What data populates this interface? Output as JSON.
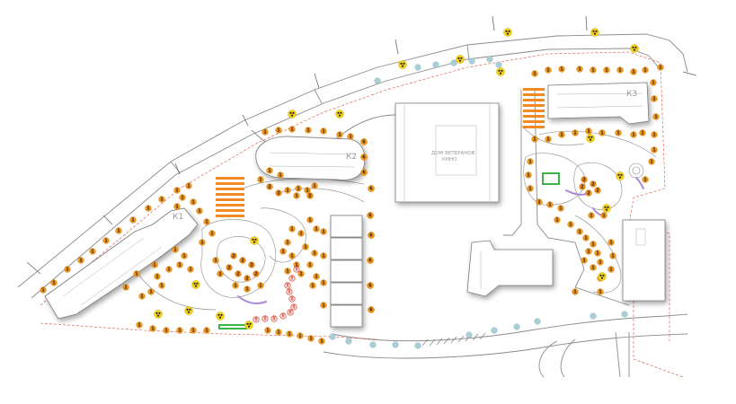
{
  "buildings": {
    "k1": "К1",
    "k2": "К2",
    "k3": "К3",
    "center_line1": "ДОМ ВЕТЕРАНОВ",
    "center_line2": "КИНО"
  },
  "markers": {
    "tree_label": "1",
    "shrub_label": "2",
    "hedge_label": "6",
    "red_label": "8"
  },
  "colors": {
    "tree": "#f39a1e",
    "tree_dark": "#e07a00",
    "shrub": "#ef8c1a",
    "hedge": "#f08a24",
    "lamp": "#f5d21a",
    "lamp_dark": "#222222",
    "blue_tree": "#a9cfd6",
    "path_purple": "#a98bd6",
    "bench_green": "#3db34a",
    "boundary_red": "#d94a3a",
    "roads": "#8a8a8a"
  },
  "legend_icons": [
    "tree-marker-icon",
    "shrub-marker-icon",
    "lamp-icon",
    "bench-icon"
  ]
}
